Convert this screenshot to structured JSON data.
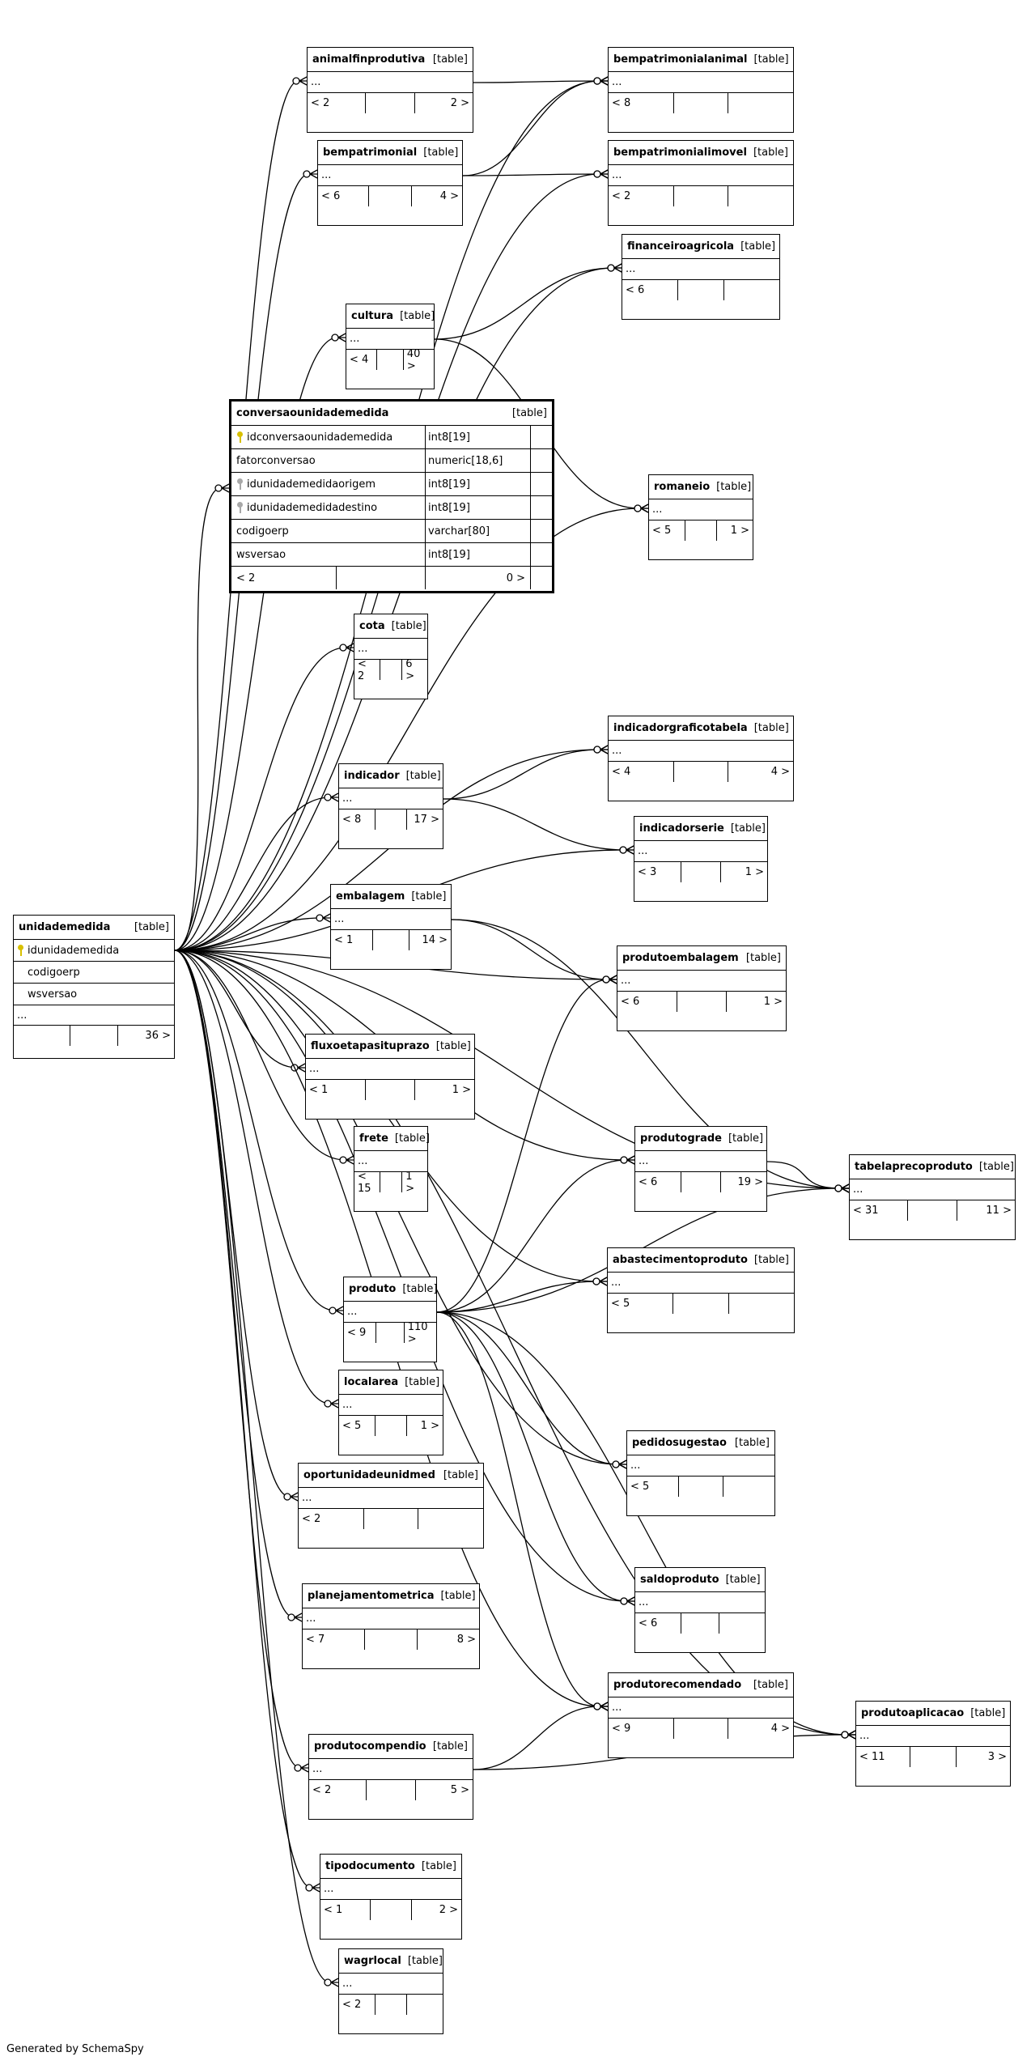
{
  "footer": "Generated by SchemaSpy",
  "type_label": "[table]",
  "focus_table": {
    "name": "conversaounidademedida",
    "columns": [
      {
        "name": "idconversaounidademedida",
        "type": "int8[19]",
        "key": "pk"
      },
      {
        "name": "fatorconversao",
        "type": "numeric[18,6]",
        "key": ""
      },
      {
        "name": "idunidademedidaorigem",
        "type": "int8[19]",
        "key": "fk"
      },
      {
        "name": "idunidademedidadestino",
        "type": "int8[19]",
        "key": "fk"
      },
      {
        "name": "codigoerp",
        "type": "varchar[80]",
        "key": ""
      },
      {
        "name": "wsversao",
        "type": "int8[19]",
        "key": ""
      }
    ],
    "parents": "< 2",
    "children": "0 >"
  },
  "main_table": {
    "name": "unidademedida",
    "columns": [
      {
        "name": "idunidademedida",
        "key": "pk"
      },
      {
        "name": "codigoerp",
        "key": ""
      },
      {
        "name": "wsversao",
        "key": ""
      }
    ],
    "more": "...",
    "parents": "",
    "children": "36 >"
  },
  "tables": [
    {
      "id": "animalfinprodutiva",
      "name": "animalfinprodutiva",
      "parents": "< 2",
      "children": "2 >"
    },
    {
      "id": "bempatrimonialanimal",
      "name": "bempatrimonialanimal",
      "parents": "< 8",
      "children": ""
    },
    {
      "id": "bempatrimonial",
      "name": "bempatrimonial",
      "parents": "< 6",
      "children": "4 >"
    },
    {
      "id": "bempatrimonialimovel",
      "name": "bempatrimonialimovel",
      "parents": "< 2",
      "children": ""
    },
    {
      "id": "financeiroagricola",
      "name": "financeiroagricola",
      "parents": "< 6",
      "children": ""
    },
    {
      "id": "cultura",
      "name": "cultura",
      "parents": "< 4",
      "children": "40 >"
    },
    {
      "id": "romaneio",
      "name": "romaneio",
      "parents": "< 5",
      "children": "1 >"
    },
    {
      "id": "cota",
      "name": "cota",
      "parents": "< 2",
      "children": "6 >"
    },
    {
      "id": "indicadorgraficotabela",
      "name": "indicadorgraficotabela",
      "parents": "< 4",
      "children": "4 >"
    },
    {
      "id": "indicador",
      "name": "indicador",
      "parents": "< 8",
      "children": "17 >"
    },
    {
      "id": "indicadorserie",
      "name": "indicadorserie",
      "parents": "< 3",
      "children": "1 >"
    },
    {
      "id": "embalagem",
      "name": "embalagem",
      "parents": "< 1",
      "children": "14 >"
    },
    {
      "id": "produtoembalagem",
      "name": "produtoembalagem",
      "parents": "< 6",
      "children": "1 >"
    },
    {
      "id": "fluxoetapasituprazo",
      "name": "fluxoetapasituprazo",
      "parents": "< 1",
      "children": "1 >"
    },
    {
      "id": "frete",
      "name": "frete",
      "parents": "< 15",
      "children": "1 >"
    },
    {
      "id": "produtograde",
      "name": "produtograde",
      "parents": "< 6",
      "children": "19 >"
    },
    {
      "id": "tabelaprecoproduto",
      "name": "tabelaprecoproduto",
      "parents": "< 31",
      "children": "11 >"
    },
    {
      "id": "abastecimentoproduto",
      "name": "abastecimentoproduto",
      "parents": "< 5",
      "children": ""
    },
    {
      "id": "produto",
      "name": "produto",
      "parents": "< 9",
      "children": "110 >"
    },
    {
      "id": "localarea",
      "name": "localarea",
      "parents": "< 5",
      "children": "1 >"
    },
    {
      "id": "pedidosugestao",
      "name": "pedidosugestao",
      "parents": "< 5",
      "children": ""
    },
    {
      "id": "oportunidadeunidmed",
      "name": "oportunidadeunidmed",
      "parents": "< 2",
      "children": ""
    },
    {
      "id": "saldoproduto",
      "name": "saldoproduto",
      "parents": "< 6",
      "children": ""
    },
    {
      "id": "planejamentometrica",
      "name": "planejamentometrica",
      "parents": "< 7",
      "children": "8 >"
    },
    {
      "id": "produtorecomendado",
      "name": "produtorecomendado",
      "parents": "< 9",
      "children": "4 >"
    },
    {
      "id": "produtoaplicacao",
      "name": "produtoaplicacao",
      "parents": "< 11",
      "children": "3 >"
    },
    {
      "id": "produtocompendio",
      "name": "produtocompendio",
      "parents": "< 2",
      "children": "5 >"
    },
    {
      "id": "tipodocumento",
      "name": "tipodocumento",
      "parents": "< 1",
      "children": "2 >"
    },
    {
      "id": "wagrlocal",
      "name": "wagrlocal",
      "parents": "< 2",
      "children": ""
    }
  ],
  "relationships": [
    [
      "unidademedida",
      "animalfinprodutiva"
    ],
    [
      "unidademedida",
      "bempatrimonialanimal"
    ],
    [
      "unidademedida",
      "bempatrimonial"
    ],
    [
      "unidademedida",
      "bempatrimonialimovel"
    ],
    [
      "unidademedida",
      "financeiroagricola"
    ],
    [
      "unidademedida",
      "cultura"
    ],
    [
      "unidademedida",
      "conversaounidademedida"
    ],
    [
      "unidademedida",
      "romaneio"
    ],
    [
      "unidademedida",
      "cota"
    ],
    [
      "unidademedida",
      "indicadorgraficotabela"
    ],
    [
      "unidademedida",
      "indicador"
    ],
    [
      "unidademedida",
      "indicadorserie"
    ],
    [
      "unidademedida",
      "embalagem"
    ],
    [
      "unidademedida",
      "produtoembalagem"
    ],
    [
      "unidademedida",
      "fluxoetapasituprazo"
    ],
    [
      "unidademedida",
      "frete"
    ],
    [
      "unidademedida",
      "produtograde"
    ],
    [
      "unidademedida",
      "tabelaprecoproduto"
    ],
    [
      "unidademedida",
      "abastecimentoproduto"
    ],
    [
      "unidademedida",
      "produto"
    ],
    [
      "unidademedida",
      "localarea"
    ],
    [
      "unidademedida",
      "pedidosugestao"
    ],
    [
      "unidademedida",
      "oportunidadeunidmed"
    ],
    [
      "unidademedida",
      "saldoproduto"
    ],
    [
      "unidademedida",
      "planejamentometrica"
    ],
    [
      "unidademedida",
      "produtorecomendado"
    ],
    [
      "unidademedida",
      "produtoaplicacao"
    ],
    [
      "unidademedida",
      "produtocompendio"
    ],
    [
      "unidademedida",
      "tipodocumento"
    ],
    [
      "unidademedida",
      "wagrlocal"
    ],
    [
      "animalfinprodutiva",
      "bempatrimonialanimal"
    ],
    [
      "bempatrimonial",
      "bempatrimonialanimal"
    ],
    [
      "bempatrimonial",
      "bempatrimonialimovel"
    ],
    [
      "cultura",
      "financeiroagricola"
    ],
    [
      "cultura",
      "romaneio"
    ],
    [
      "indicador",
      "indicadorgraficotabela"
    ],
    [
      "indicador",
      "indicadorserie"
    ],
    [
      "embalagem",
      "produtoembalagem"
    ],
    [
      "embalagem",
      "tabelaprecoproduto"
    ],
    [
      "produtograde",
      "tabelaprecoproduto"
    ],
    [
      "produto",
      "produtoembalagem"
    ],
    [
      "produto",
      "produtograde"
    ],
    [
      "produto",
      "tabelaprecoproduto"
    ],
    [
      "produto",
      "abastecimentoproduto"
    ],
    [
      "produto",
      "pedidosugestao"
    ],
    [
      "produto",
      "saldoproduto"
    ],
    [
      "produto",
      "produtorecomendado"
    ],
    [
      "produto",
      "produtoaplicacao"
    ],
    [
      "produtocompendio",
      "produtorecomendado"
    ],
    [
      "produtocompendio",
      "produtoaplicacao"
    ]
  ]
}
